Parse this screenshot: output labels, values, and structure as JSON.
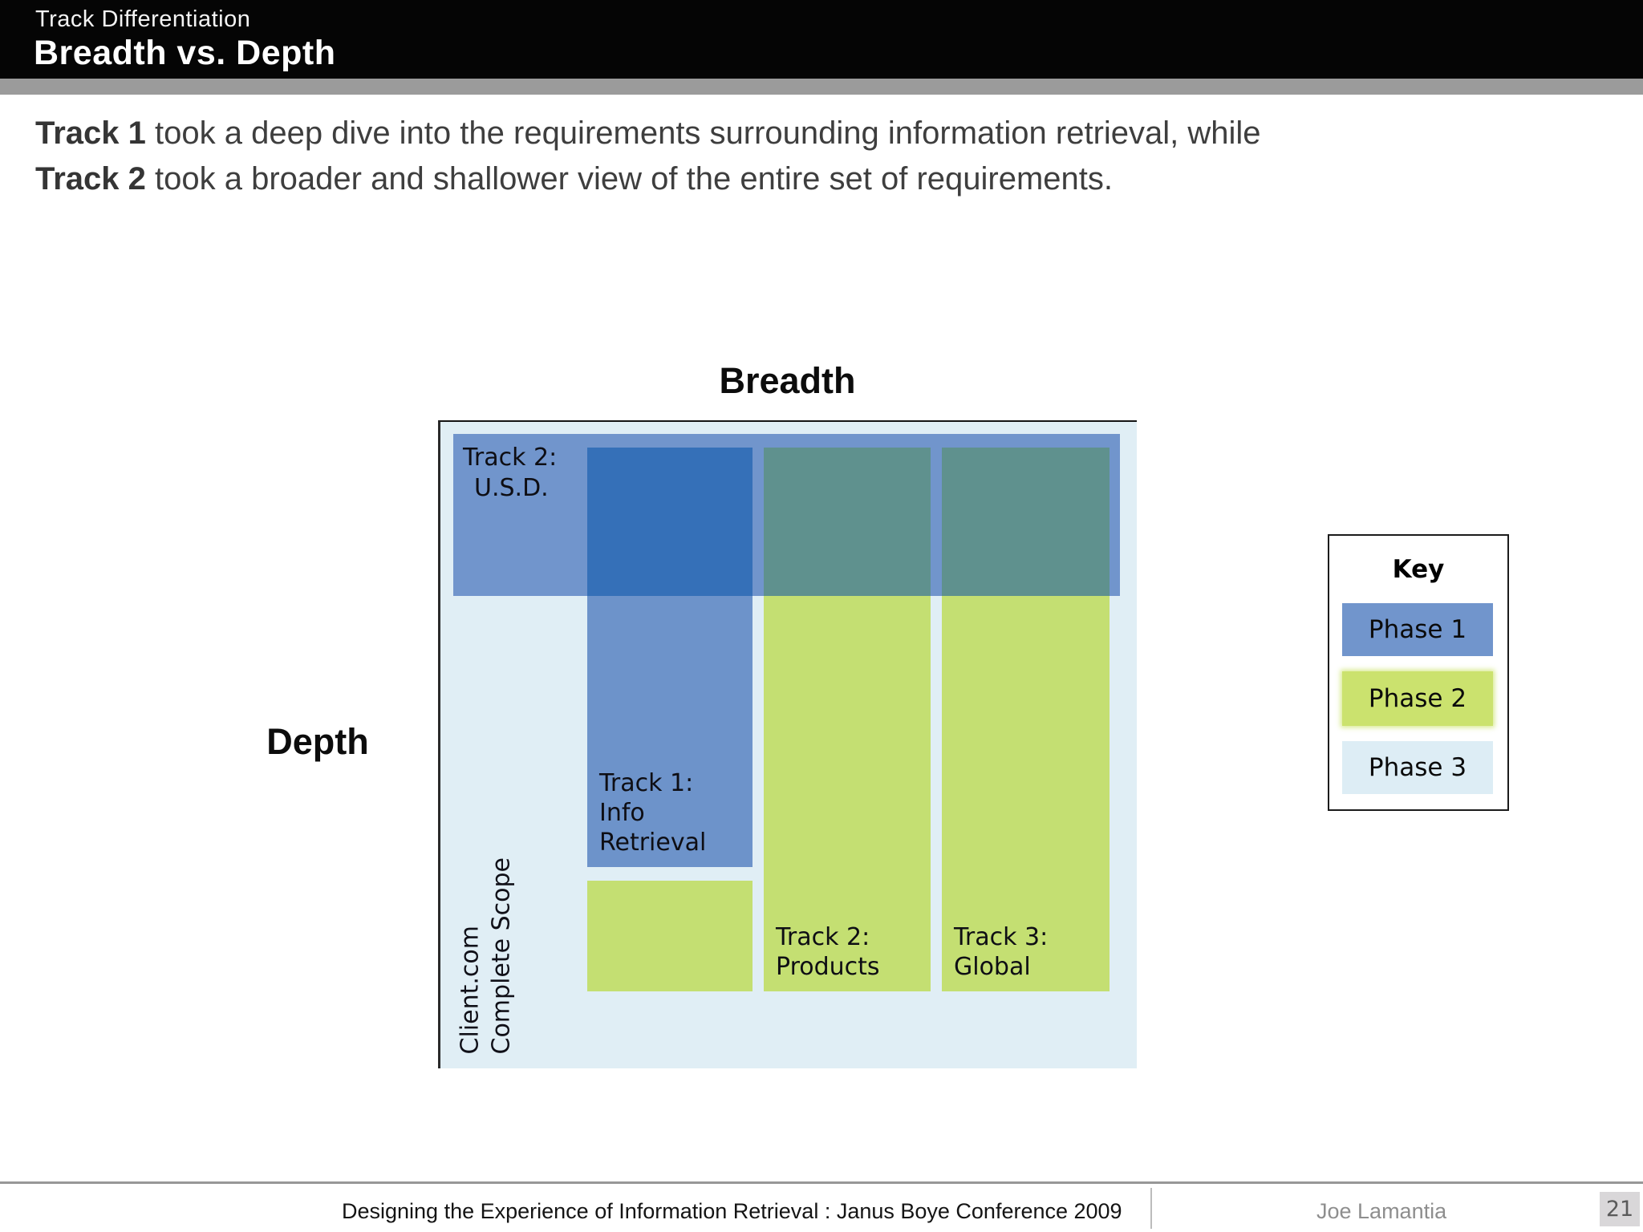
{
  "header": {
    "kicker": "Track Differentiation",
    "title": "Breadth vs. Depth"
  },
  "intro": {
    "line1": {
      "lead": "Track 1",
      "rest": " took a deep dive into the requirements surrounding information retrieval, while"
    },
    "line2": {
      "lead": "Track 2",
      "rest": " took a broader and shallower view of the entire set of requirements."
    }
  },
  "diagram": {
    "axis": {
      "breadth": "Breadth",
      "depth": "Depth"
    },
    "scope": {
      "line1": "Client.com",
      "line2": "Complete Scope"
    },
    "usd": {
      "line1": "Track 2:",
      "line2": "U.S.D."
    },
    "track1": {
      "line1": "Track 1:",
      "line2": "Info",
      "line3": "Retrieval"
    },
    "products": {
      "line1": "Track 2:",
      "line2": "Products"
    },
    "global": {
      "line1": "Track 3:",
      "line2": "Global"
    }
  },
  "key": {
    "title": "Key",
    "items": [
      {
        "label": "Phase 1",
        "color": "#7195cc"
      },
      {
        "label": "Phase 2",
        "color": "#cbe26e"
      },
      {
        "label": "Phase 3",
        "color": "#ddedf5"
      }
    ]
  },
  "footer": {
    "conference": "Designing the Experience of Information Retrieval : Janus Boye Conference 2009",
    "author": "Joe Lamantia",
    "page": "21"
  },
  "colors": {
    "phase1_blue": "#7195cc",
    "track1_blue": "#6d93ca",
    "overlap_dark_blue": "#3570b8",
    "overlap_teal": "#5f918e",
    "phase2_green": "#c4df72",
    "phase3_light": "#e0eef5",
    "header_black": "#050505",
    "gray_strip": "#9b9b9b"
  }
}
